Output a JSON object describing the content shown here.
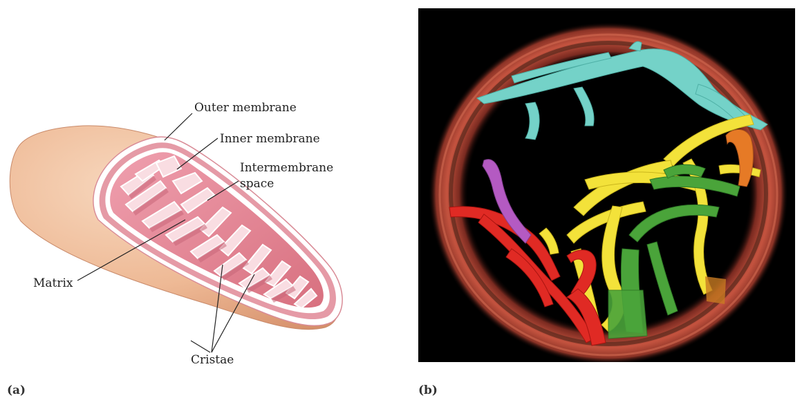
{
  "panel_a": {
    "letter": "(a)",
    "labels": {
      "outer_membrane": "Outer membrane",
      "inner_membrane": "Inner membrane",
      "intermembrane_line1": "Intermembrane",
      "intermembrane_line2": "space",
      "matrix": "Matrix",
      "cristae": "Cristae"
    }
  },
  "panel_b": {
    "letter": "(b)"
  },
  "colors": {
    "outer_skin": "#f0bf9c",
    "matrix_pink": "#e8909f",
    "dark_pink": "#c45a6e",
    "image_background": "#000000",
    "ring_red": "#a63a2c",
    "cyan": "#74d2c8",
    "yellow": "#f3e23a",
    "green": "#4aa43a",
    "red": "#e02a24",
    "orange": "#e67a26",
    "magenta": "#b45ac2"
  }
}
